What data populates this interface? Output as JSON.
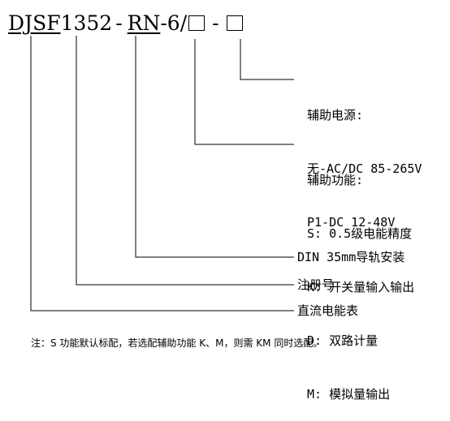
{
  "model": {
    "dj": "DJ",
    "sf": "SF",
    "num": "1352",
    "dash1": "-",
    "rn": "RN",
    "suffix": "-6/",
    "dash2": "-"
  },
  "aux_power": {
    "title": "辅助电源:",
    "line1": "无-AC/DC 85-265V",
    "line2": "P1-DC 12-48V"
  },
  "aux_function": {
    "title": "辅助功能:",
    "items": [
      "S: 0.5级电能精度",
      "K: 开关量输入输出",
      "D: 双路计量",
      "M: 模拟量输出"
    ]
  },
  "din_label": "DIN 35mm导轨安装",
  "reg_label": "注册号",
  "dc_meter_label": "直流电能表",
  "note": "注：S 功能默认标配，若选配辅助功能 K、M，则需 KM 同时选配。"
}
